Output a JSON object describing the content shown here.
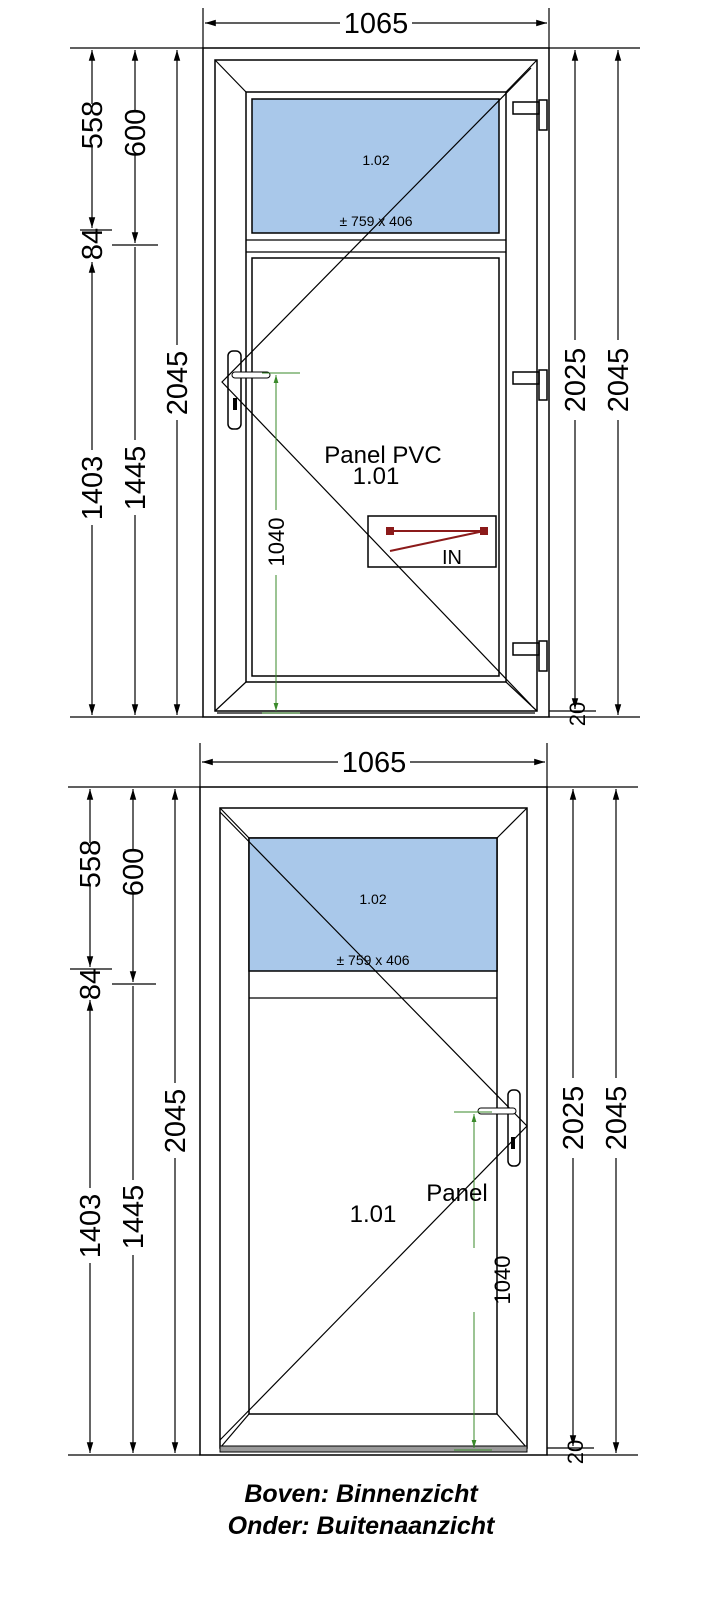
{
  "colors": {
    "glass": "#a9c8ea",
    "line": "#000000",
    "handle_dim": "#3a8a2a",
    "opening_symbol": "#8b1a1a"
  },
  "top_view": {
    "width_dim": "1065",
    "left_dims": {
      "d558": "558",
      "d84": "84",
      "d1403": "1403",
      "d600": "600",
      "d1445": "1445",
      "d2045": "2045"
    },
    "right_dims": {
      "d2025": "2025",
      "d2045": "2045",
      "d20": "20"
    },
    "glass_id": "1.02",
    "glass_size": "± 759 x 406",
    "panel_type": "Panel PVC",
    "panel_id": "1.01",
    "handle_height": "1040",
    "opening_direction": "IN"
  },
  "bottom_view": {
    "width_dim": "1065",
    "left_dims": {
      "d558": "558",
      "d84": "84",
      "d1403": "1403",
      "d600": "600",
      "d1445": "1445",
      "d2045": "2045"
    },
    "right_dims": {
      "d2025": "2025",
      "d2045": "2045",
      "d20": "20"
    },
    "glass_id": "1.02",
    "glass_size": "± 759 x 406",
    "panel_type": "Panel",
    "panel_id": "1.01",
    "handle_height": "1040"
  },
  "caption": {
    "line1": "Boven: Binnenzicht",
    "line2": "Onder: Buitenaanzicht"
  }
}
